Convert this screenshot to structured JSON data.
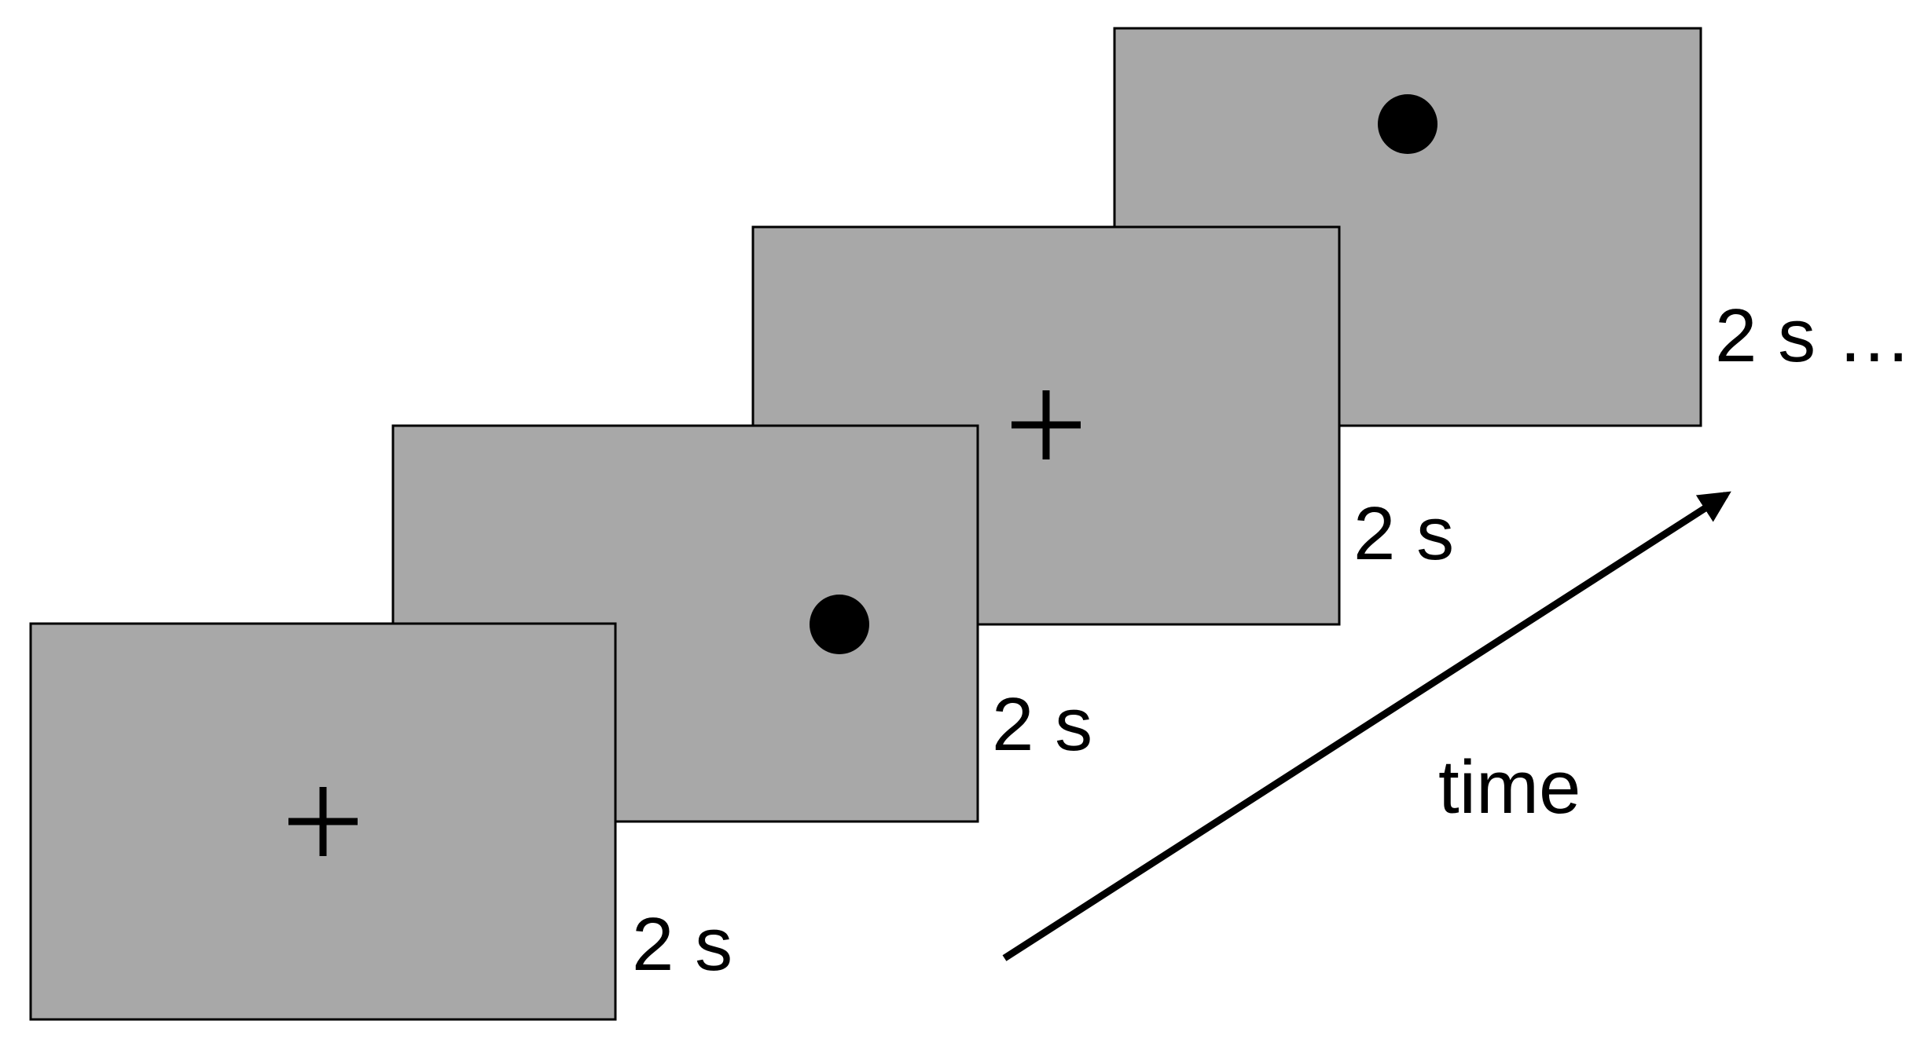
{
  "frames": [
    {
      "stimulus": "fixation-cross",
      "duration_label": "2 s"
    },
    {
      "stimulus": "dot",
      "duration_label": "2 s"
    },
    {
      "stimulus": "fixation-cross",
      "duration_label": "2 s"
    },
    {
      "stimulus": "dot",
      "duration_label": "2 s …"
    }
  ],
  "time_label": "time",
  "colors": {
    "frame_fill": "#a8a8a8",
    "stroke": "#000000",
    "background": "#ffffff"
  }
}
